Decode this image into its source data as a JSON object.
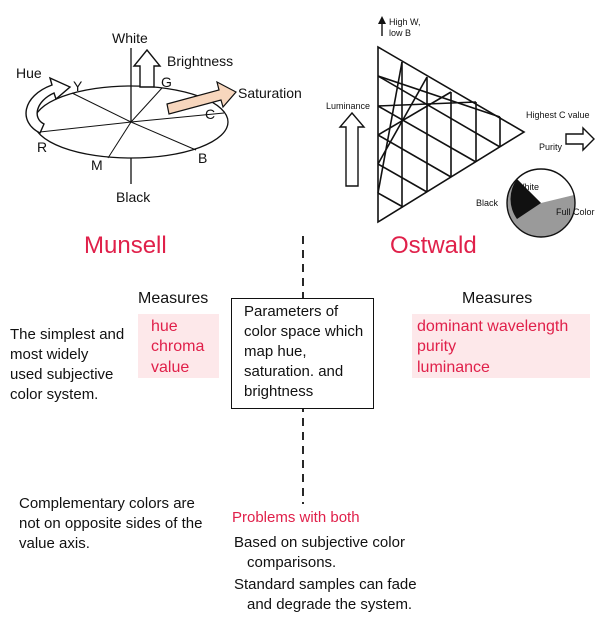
{
  "munsell": {
    "diagram": {
      "white": "White",
      "brightness": "Brightness",
      "saturation": "Saturation",
      "hue": "Hue",
      "black": "Black",
      "hue_letters": [
        "Y",
        "G",
        "C",
        "B",
        "M",
        "R"
      ]
    },
    "title": "Munsell",
    "measures_heading": "Measures",
    "measures": [
      "hue",
      "chroma",
      "value"
    ],
    "description": "The simplest and most widely used subjective color system.",
    "note": "Complementary colors are not on opposite sides of the value axis."
  },
  "ostwald": {
    "diagram": {
      "high_w_line1": "High W,",
      "high_w_line2": "low B",
      "luminance": "Luminance",
      "highest_c": "Highest C value",
      "purity": "Purity",
      "white": "White",
      "black": "Black",
      "full_color": "Full Color"
    },
    "title": "Ostwald",
    "measures_heading": "Measures",
    "measures": [
      "dominant wavelength",
      "purity",
      "luminance"
    ]
  },
  "parameters": {
    "text": "Parameters of color space which map hue, saturation. and brightness"
  },
  "problems": {
    "heading": "Problems with both",
    "item1_line1": "Based on subjective color",
    "item1_line2": "comparisons.",
    "item2_line1": "Standard samples can fade",
    "item2_line2": "and degrade the system."
  }
}
